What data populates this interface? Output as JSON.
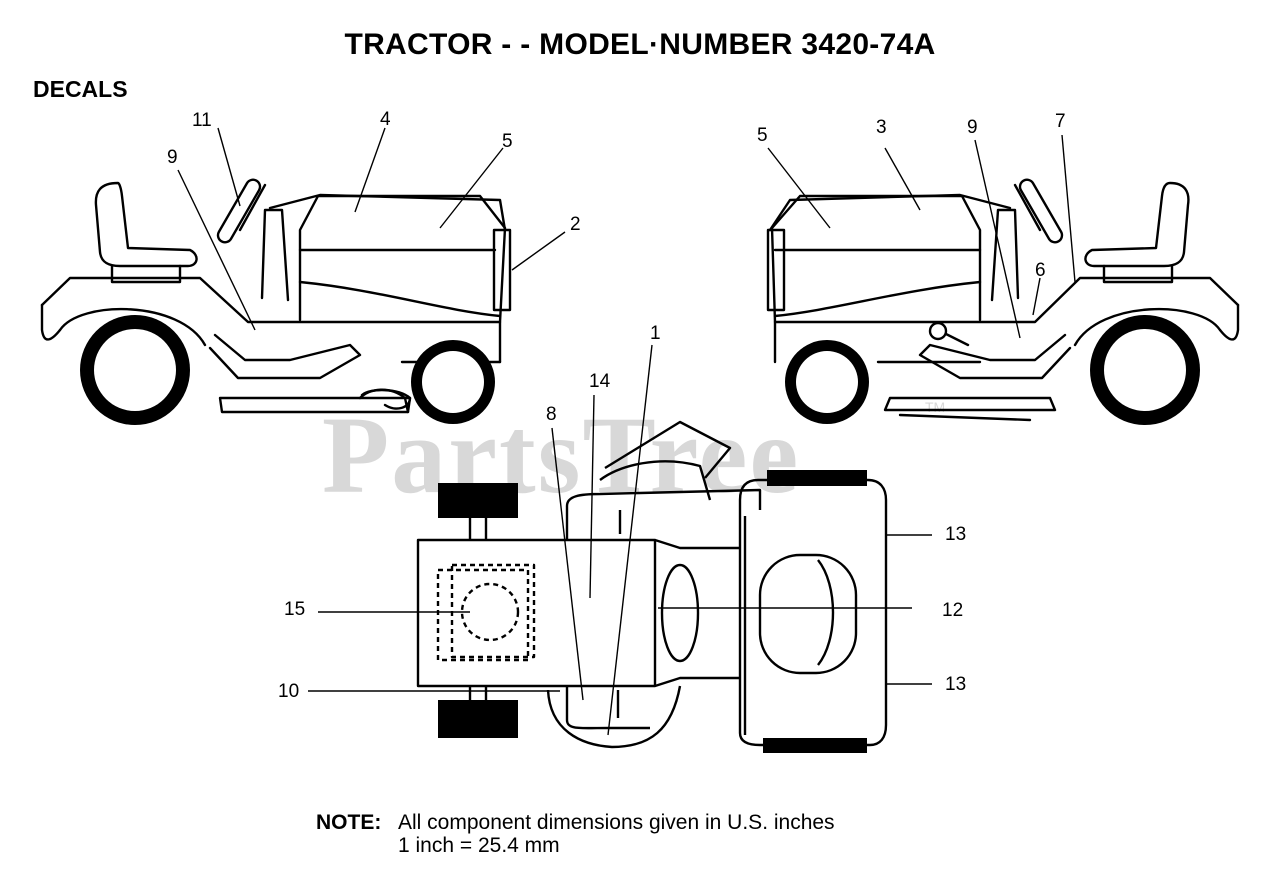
{
  "header": {
    "title": "TRACTOR - - MODEL·NUMBER 3420-74A"
  },
  "section": {
    "label": "DECALS"
  },
  "watermark": {
    "text": "PartsTree",
    "tm": "TM"
  },
  "callouts": {
    "left_view": [
      "11",
      "4",
      "5",
      "9",
      "2"
    ],
    "right_view": [
      "5",
      "3",
      "9",
      "7",
      "6"
    ],
    "top_view": [
      "1",
      "14",
      "8",
      "15",
      "10",
      "12",
      "13",
      "13"
    ]
  },
  "note": {
    "label": "NOTE:",
    "line1": "All component dimensions given in U.S. inches",
    "line2": "1 inch = 25.4 mm"
  },
  "colors": {
    "ink": "#000000",
    "watermark": "#d8d8d8",
    "background": "#ffffff"
  }
}
